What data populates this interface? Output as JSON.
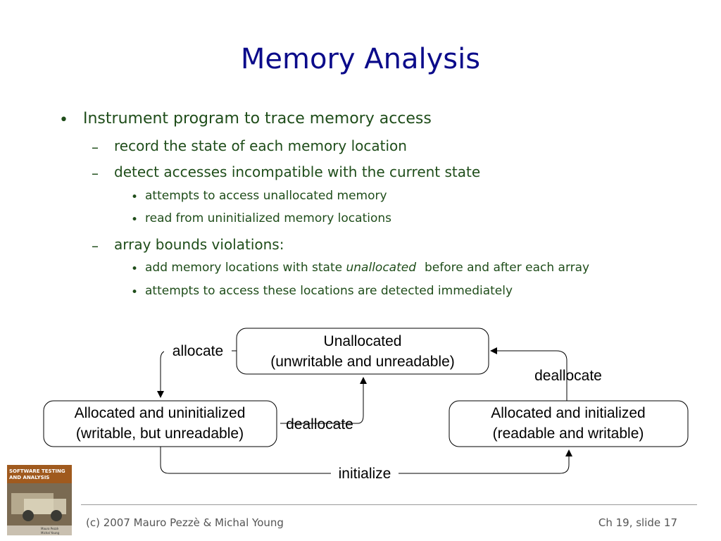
{
  "slide": {
    "title": "Memory Analysis",
    "bullets": {
      "b1": "Instrument program to trace memory access",
      "b1_1": "record the state of each memory location",
      "b1_2": "detect accesses incompatible with the current state",
      "b1_2_1": "attempts to access unallocated memory",
      "b1_2_2": "read from uninitialized memory locations",
      "b1_3": "array bounds violations:",
      "b1_3_1_pre": "add memory locations with state ",
      "b1_3_1_em": "unallocated",
      "b1_3_1_post": "before and after each array",
      "b1_3_2": "attempts to access these locations are detected immediately"
    }
  },
  "diagram": {
    "states": {
      "unallocated_l1": "Unallocated",
      "unallocated_l2": "(unwritable and unreadable)",
      "uninit_l1": "Allocated and uninitialized",
      "uninit_l2": "(writable, but unreadable)",
      "init_l1": "Allocated and initialized",
      "init_l2": "(readable and writable)"
    },
    "transitions": {
      "allocate": "allocate",
      "dealloc_uninit": "deallocate",
      "dealloc_init": "deallocate",
      "initialize": "initialize"
    }
  },
  "book_cover": {
    "line1": "SOFTWARE TESTING",
    "line2": "AND ANALYSIS",
    "author1": "Mauro Pezzè",
    "author2": "Michal Young"
  },
  "footer": {
    "copyright": "(c) 2007 Mauro Pezzè & Michal Young",
    "slide_ref": "Ch 19, slide 17"
  },
  "colors": {
    "title": "#0b0b8a",
    "bullet_text": "#1f4d1a"
  }
}
